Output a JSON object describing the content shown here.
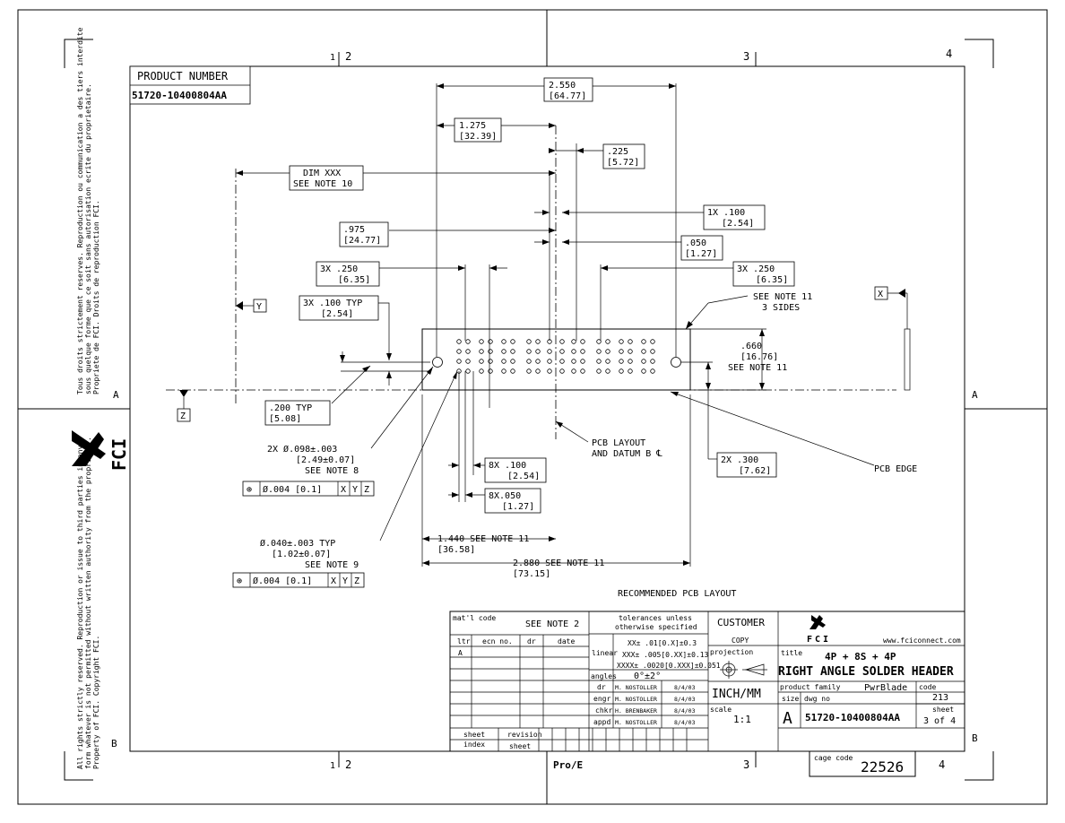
{
  "product_number": {
    "label": "PRODUCT NUMBER",
    "value": "51720-10400804AA"
  },
  "zones": {
    "top": [
      "1",
      "2",
      "3",
      "4"
    ],
    "bottom": [
      "1",
      "2",
      "3",
      "4"
    ],
    "left": [
      "A",
      "B"
    ],
    "right": [
      "A",
      "B"
    ],
    "pro_e": "Pro/E"
  },
  "side_text": {
    "french": [
      "Tous droits strictement reserves.  Reproduction ou communication a des tiers interdite",
      "sous quelque forme que ce soit sans autorisation ecrite du proprietaire.",
      "Propriete de FCI.  Droits de reproduction FCI."
    ],
    "english": [
      "All rights strictly reserved.  Reproduction or issue to third parties in any",
      "form whatever is not permitted without written authority from the proprietor.",
      "Property of FCI.  Copyright FCI."
    ],
    "logo": "FCI"
  },
  "datums": {
    "y": "Y",
    "x": "X",
    "z": "Z"
  },
  "dimensions": {
    "d2550": [
      "2.550",
      "[64.77]"
    ],
    "d1275": [
      "1.275",
      "[32.39]"
    ],
    "d225": [
      ".225",
      "[5.72]"
    ],
    "dim_xxx": [
      "DIM XXX",
      "SEE NOTE 10"
    ],
    "d1x100": [
      "1X .100",
      "[2.54]"
    ],
    "d975": [
      ".975",
      "[24.77]"
    ],
    "d050": [
      ".050",
      "[1.27]"
    ],
    "d3x250_l": [
      "3X .250",
      "[6.35]"
    ],
    "d3x250_r": [
      "3X .250",
      "[6.35]"
    ],
    "d3x100": [
      "3X .100  TYP",
      "[2.54]"
    ],
    "note11_top": [
      "SEE NOTE 11",
      "3 SIDES"
    ],
    "d660": [
      ".660",
      "[16.76]",
      "SEE NOTE 11"
    ],
    "d200": [
      ".200  TYP",
      "[5.08]"
    ],
    "hole1": [
      "2X Ø.098±.003",
      "[2.49±0.07]",
      "SEE NOTE 8"
    ],
    "hole2": [
      "Ø.040±.003   TYP",
      "[1.02±0.07]",
      "SEE NOTE 9"
    ],
    "fcf": [
      "⊕",
      "Ø.004 [0.1]",
      "X",
      "Y",
      "Z"
    ],
    "d8x100": [
      "8X .100",
      "[2.54]"
    ],
    "d8x050": [
      "8X.050",
      "[1.27]"
    ],
    "pcb_layout": [
      "PCB LAYOUT",
      "AND DATUM B ℄"
    ],
    "d2x300": [
      "2X .300",
      "[7.62]"
    ],
    "pcb_edge": "PCB EDGE",
    "d1440": [
      "1.440  SEE NOTE 11",
      "[36.58]"
    ],
    "d2880": [
      "2.880  SEE NOTE 11",
      "[73.15]"
    ],
    "caption": "RECOMMENDED PCB LAYOUT"
  },
  "title_block": {
    "matl_code": "mat'l code",
    "see_note2": "SEE NOTE 2",
    "rev_headers": [
      "ltr",
      "ecn no.",
      "dr",
      "date"
    ],
    "rev_rows": [
      [
        "A",
        "",
        "",
        ""
      ]
    ],
    "tolerances": [
      "tolerances unless",
      "otherwise specified"
    ],
    "linear_label": "linear",
    "linear_values": [
      "XX± .01[0.X]±0.3",
      "XXX± .005[0.XX]±0.13",
      "XXXX± .0020[0.XXX]±0.051"
    ],
    "angles_label": "angles",
    "angles_value": "0°±2°",
    "people": [
      {
        "role": "dr",
        "name": "M. NOSTOLLER",
        "date": "8/4/03"
      },
      {
        "role": "engr",
        "name": "M. NOSTOLLER",
        "date": "8/4/03"
      },
      {
        "role": "chkr",
        "name": "H. BRENBAKER",
        "date": "8/4/03"
      },
      {
        "role": "appd",
        "name": "M. NOSTOLLER",
        "date": "8/4/03"
      }
    ],
    "sheet_index": [
      "sheet",
      "index"
    ],
    "revision": "revision",
    "sheet_small": "sheet",
    "customer": "CUSTOMER",
    "copy": "COPY",
    "projection": "projection",
    "units": "INCH/MM",
    "scale_label": "scale",
    "scale": "1:1",
    "logo": "FCI",
    "website": "www.fciconnect.com",
    "title_label": "title",
    "title_line1": "4P + 8S + 4P",
    "title_line2": "RIGHT ANGLE SOLDER HEADER",
    "product_family_label": "product family",
    "product_family": "PwrBlade",
    "code_label": "code",
    "code": "213",
    "size_label": "size",
    "size": "A",
    "dwg_label": "dwg no",
    "dwg_no": "51720-10400804AA",
    "sheet_label": "sheet",
    "sheet_of": "3 of 4",
    "cage_label": "cage code",
    "cage_code": "22526"
  }
}
